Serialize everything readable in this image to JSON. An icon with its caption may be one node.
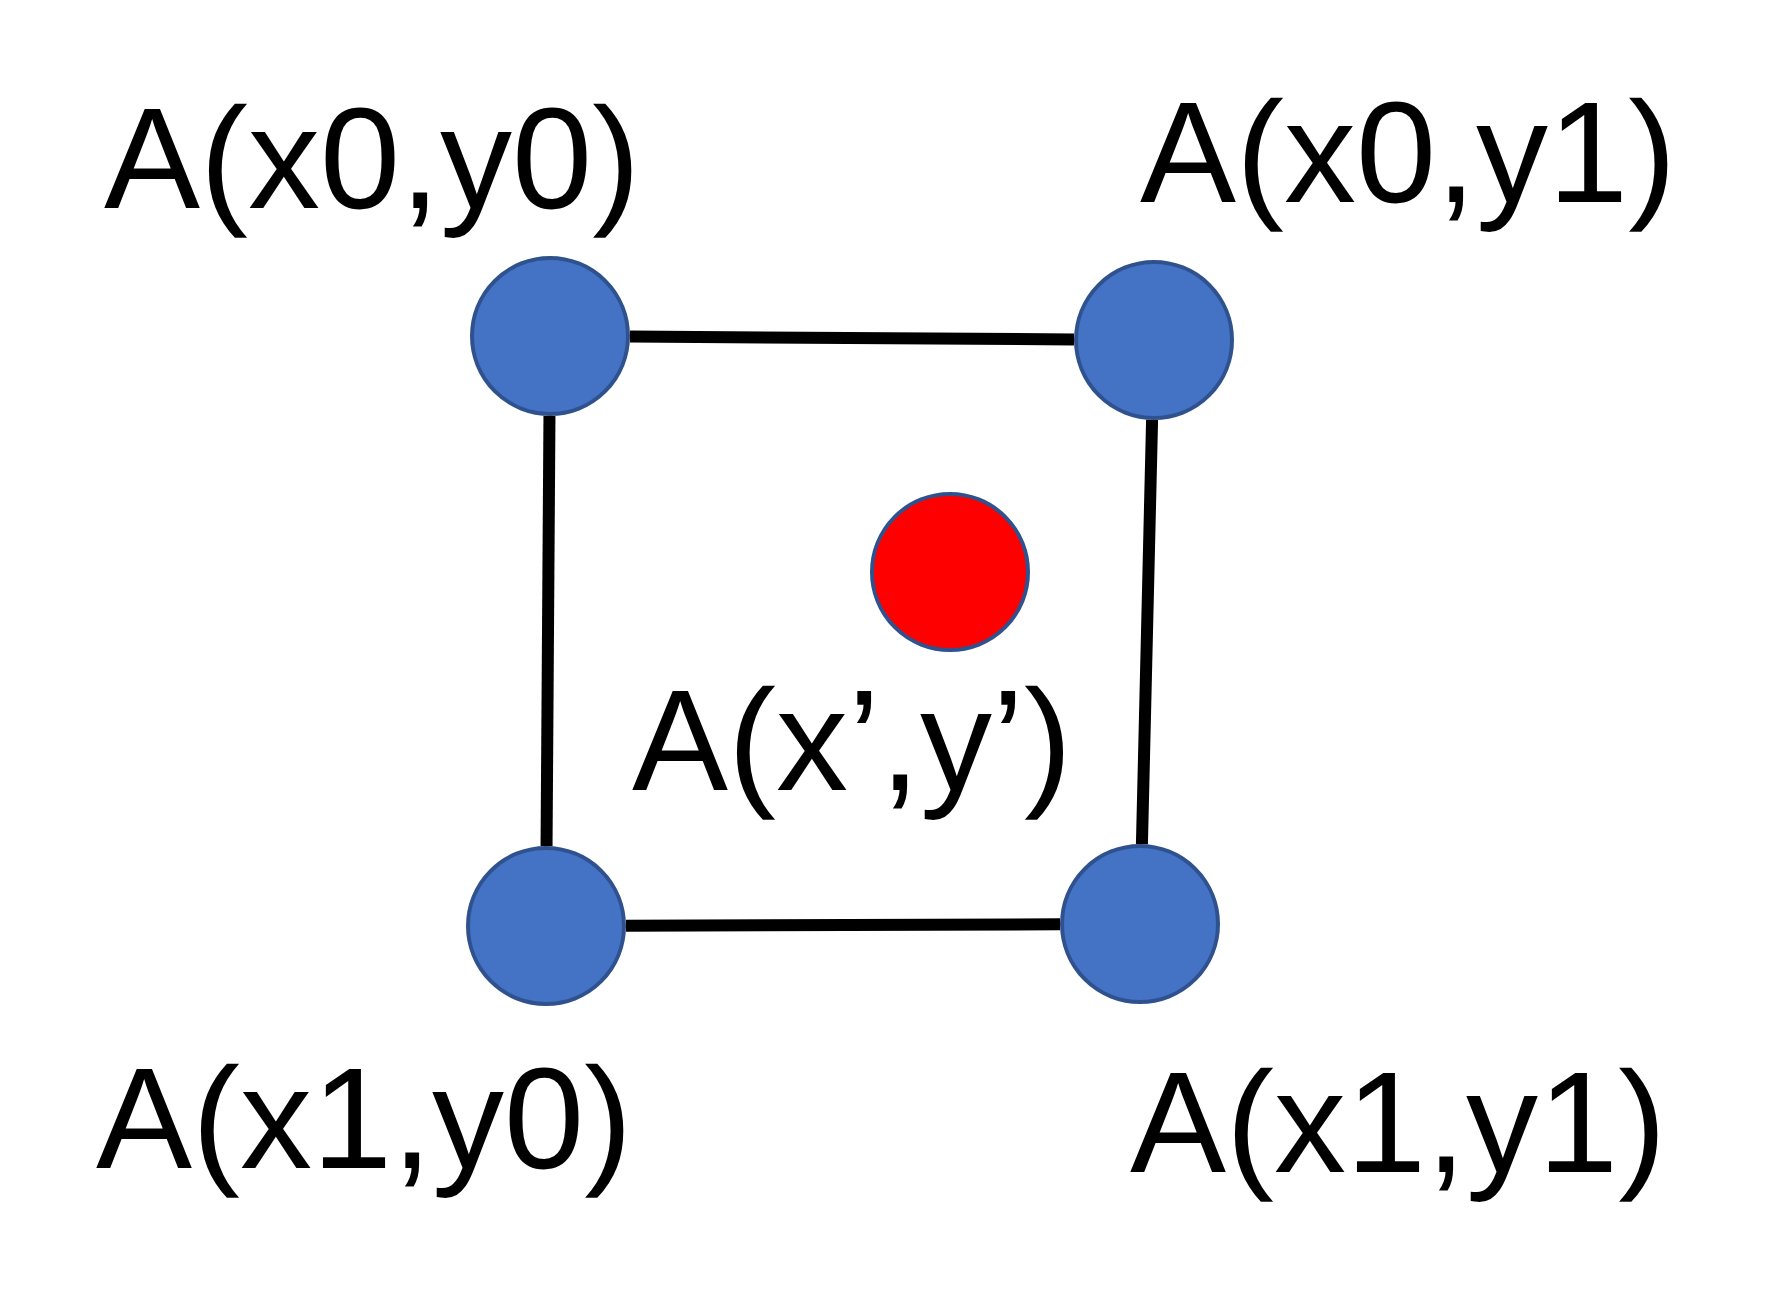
{
  "diagram": {
    "nodes": [
      {
        "text": [],
        "shape": "circle",
        "beside": [
          "A(x0,y0)"
        ]
      },
      {
        "text": [],
        "shape": "circle",
        "beside": [
          "A(x0,y1)"
        ]
      },
      {
        "text": [],
        "shape": "circle",
        "beside": [
          "A(x’,y’)"
        ]
      },
      {
        "text": [],
        "shape": "circle",
        "beside": [
          "A(x1,y0)"
        ]
      },
      {
        "text": [],
        "shape": "circle",
        "beside": [
          "A(x1,y1)"
        ]
      }
    ],
    "edges": [
      {
        "from": 0,
        "to": 1,
        "arrow": "none"
      },
      {
        "from": 1,
        "to": 4,
        "arrow": "none"
      },
      {
        "from": 3,
        "to": 4,
        "arrow": "none"
      },
      {
        "from": 0,
        "to": 3,
        "arrow": "none"
      }
    ]
  }
}
